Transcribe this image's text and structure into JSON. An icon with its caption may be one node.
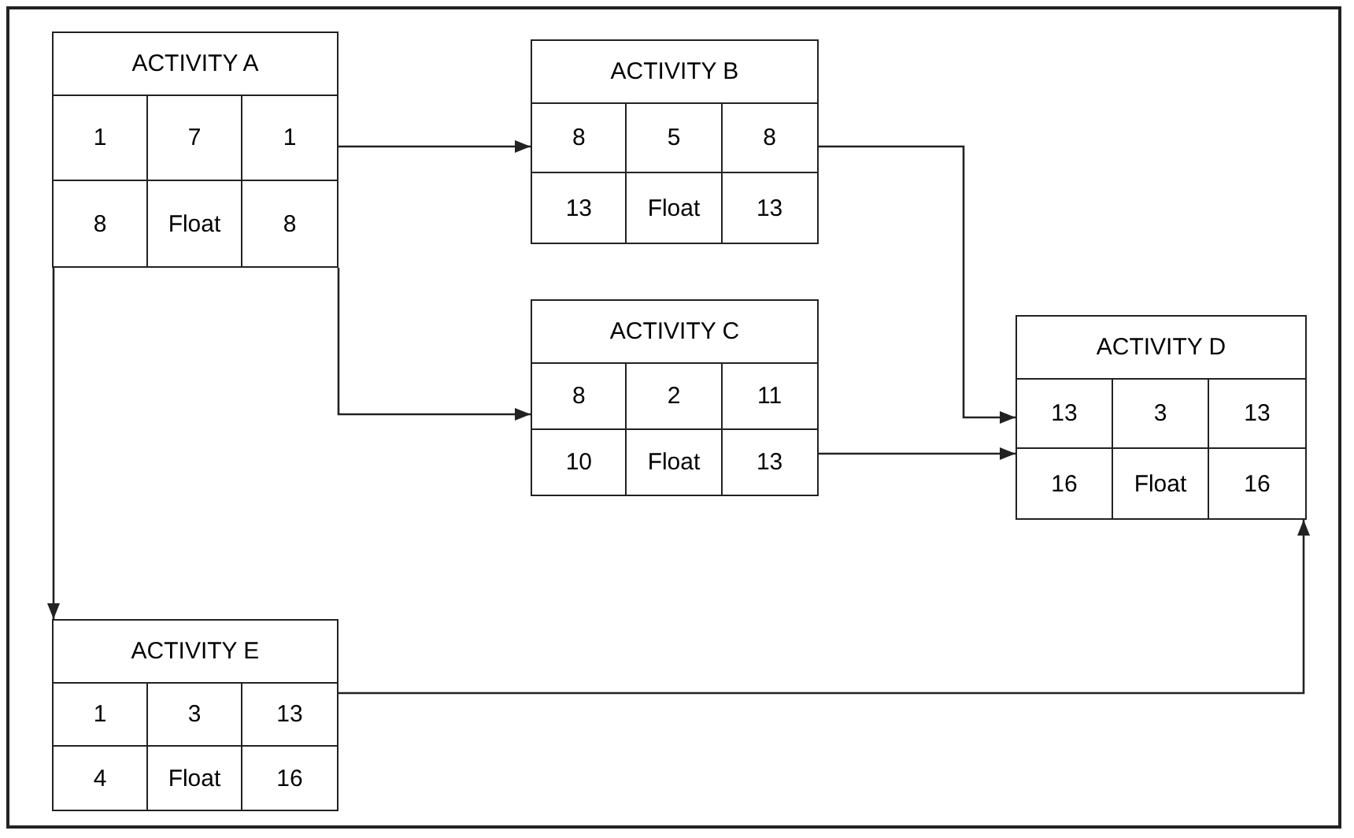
{
  "diagram": {
    "nodes": [
      {
        "text": [
          "ACTIVITY A",
          "1",
          "7",
          "1",
          "8",
          "Float",
          "8"
        ]
      },
      {
        "text": [
          "ACTIVITY B",
          "8",
          "5",
          "8",
          "13",
          "Float",
          "13"
        ]
      },
      {
        "text": [
          "ACTIVITY C",
          "8",
          "2",
          "11",
          "10",
          "Float",
          "13"
        ]
      },
      {
        "text": [
          "ACTIVITY D",
          "13",
          "3",
          "13",
          "16",
          "Float",
          "16"
        ]
      },
      {
        "text": [
          "ACTIVITY E",
          "1",
          "3",
          "13",
          "4",
          "Float",
          "16"
        ]
      }
    ],
    "edges": [
      {
        "from": 0,
        "to": 1,
        "arrow": "to"
      },
      {
        "from": 0,
        "to": 2,
        "arrow": "to"
      },
      {
        "from": 0,
        "to": 4,
        "arrow": "to"
      },
      {
        "from": 1,
        "to": 3,
        "arrow": "to"
      },
      {
        "from": 2,
        "to": 3,
        "arrow": "to"
      },
      {
        "from": 4,
        "to": 3,
        "arrow": "to"
      }
    ]
  }
}
